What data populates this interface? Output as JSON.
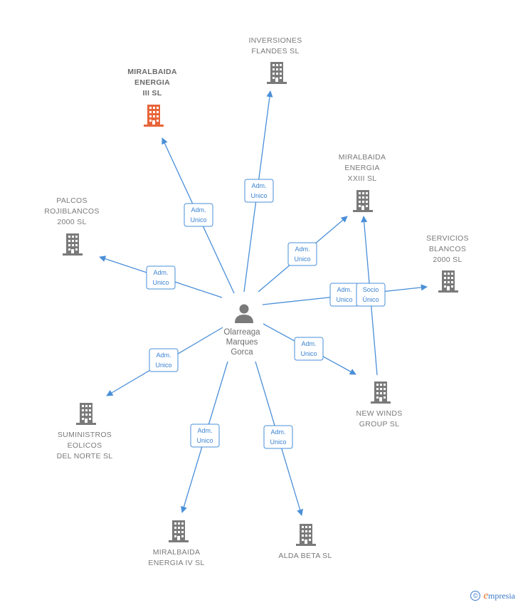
{
  "person": {
    "name_lines": [
      "Olarreaga",
      "Marques",
      "Gorca"
    ],
    "icon": "person-icon",
    "color": "#7a7a7a"
  },
  "colors": {
    "edge": "#4a8fd8",
    "company": "#7a7a7a",
    "focus_company": "#e8653a",
    "role_text": "#3b82d1"
  },
  "companies": [
    {
      "id": "inversiones-flandes",
      "lines": [
        "INVERSIONES",
        "FLANDES SL"
      ],
      "focus": false,
      "icon": "building-icon"
    },
    {
      "id": "miralbaida-energia-iii",
      "lines": [
        "MIRALBAIDA",
        "ENERGIA",
        "III SL"
      ],
      "focus": true,
      "icon": "building-icon"
    },
    {
      "id": "miralbaida-energia-xxiii",
      "lines": [
        "MIRALBAIDA",
        "ENERGIA",
        "XXIII SL"
      ],
      "focus": false,
      "icon": "building-icon"
    },
    {
      "id": "palcos-rojiblancos",
      "lines": [
        "PALCOS",
        "ROJIBLANCOS",
        "2000 SL"
      ],
      "focus": false,
      "icon": "building-icon"
    },
    {
      "id": "servicios-blancos",
      "lines": [
        "SERVICIOS",
        "BLANCOS",
        "2000 SL"
      ],
      "focus": false,
      "icon": "building-icon"
    },
    {
      "id": "new-winds-group",
      "lines": [
        "NEW WINDS",
        "GROUP SL"
      ],
      "focus": false,
      "icon": "building-icon"
    },
    {
      "id": "suministros-eolicos",
      "lines": [
        "SUMINISTROS",
        "EOLICOS",
        "DEL NORTE SL"
      ],
      "focus": false,
      "icon": "building-icon"
    },
    {
      "id": "miralbaida-energia-iv",
      "lines": [
        "MIRALBAIDA",
        "ENERGIA IV SL"
      ],
      "focus": false,
      "icon": "building-icon"
    },
    {
      "id": "alda-beta",
      "lines": [
        "ALDA BETA SL"
      ],
      "focus": false,
      "icon": "building-icon"
    }
  ],
  "relations": [
    {
      "from": "person",
      "to": "inversiones-flandes",
      "role": [
        "Adm.",
        "Unico"
      ]
    },
    {
      "from": "person",
      "to": "miralbaida-energia-iii",
      "role": [
        "Adm.",
        "Unico"
      ]
    },
    {
      "from": "person",
      "to": "miralbaida-energia-xxiii",
      "role": [
        "Adm.",
        "Unico"
      ]
    },
    {
      "from": "person",
      "to": "palcos-rojiblancos",
      "role": [
        "Adm.",
        "Unico"
      ]
    },
    {
      "from": "person",
      "to": "servicios-blancos",
      "role": [
        "Adm.",
        "Unico"
      ]
    },
    {
      "from": "person",
      "to": "new-winds-group",
      "role": [
        "Adm.",
        "Unico"
      ]
    },
    {
      "from": "person",
      "to": "suministros-eolicos",
      "role": [
        "Adm.",
        "Unico"
      ]
    },
    {
      "from": "person",
      "to": "miralbaida-energia-iv",
      "role": [
        "Adm.",
        "Unico"
      ]
    },
    {
      "from": "person",
      "to": "alda-beta",
      "role": [
        "Adm.",
        "Unico"
      ]
    },
    {
      "from": "new-winds-group",
      "to": "miralbaida-energia-xxiii",
      "role": [
        "Socio",
        "Único"
      ]
    }
  ],
  "watermark": {
    "copyright": "©",
    "brand_initial": "e",
    "brand_rest": "mpresia"
  }
}
